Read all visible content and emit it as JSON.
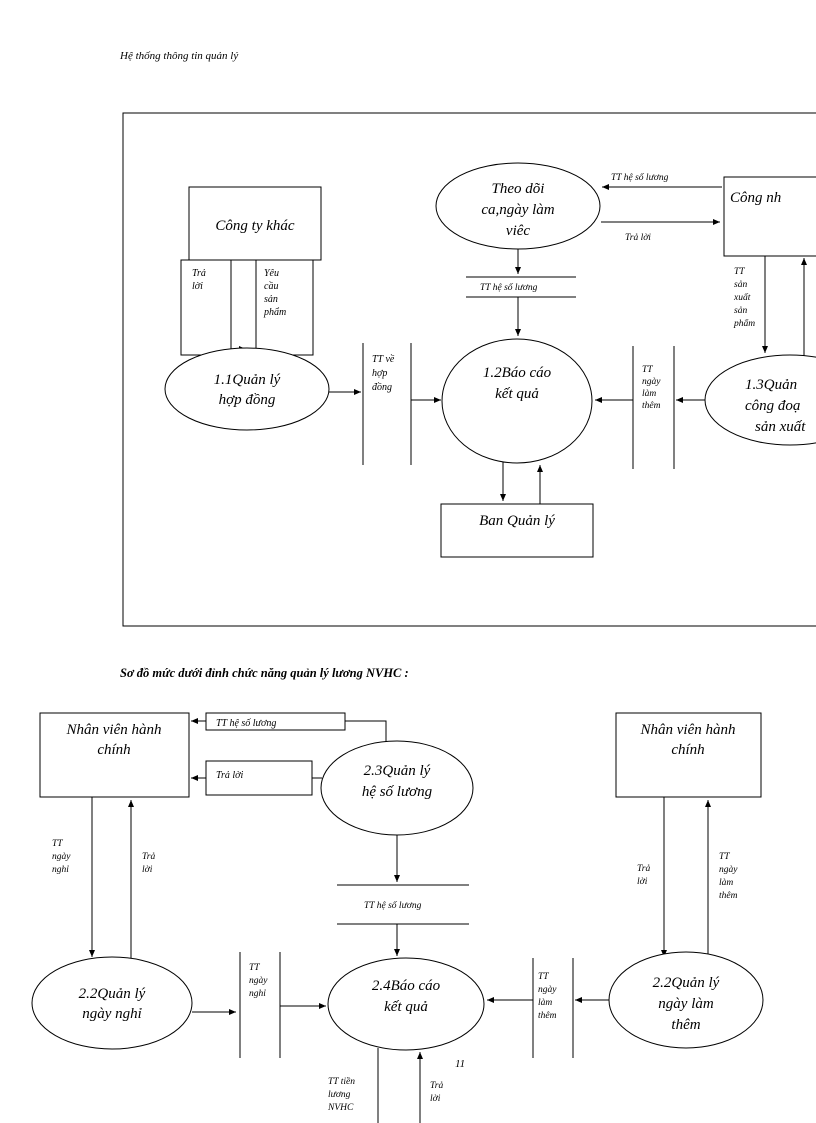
{
  "header": "Hệ thống thông tin quản lý",
  "section2_title": "Sơ đồ mức dưới đỉnh chức năng quản lý lương NVHC :",
  "page_number": "11",
  "d1": {
    "cong_ty_khac": "Công ty khác",
    "tra_loi": [
      "Trả",
      "lời"
    ],
    "yeu_cau": [
      "Yêu",
      "cầu",
      "sản",
      "phẩm"
    ],
    "p11": [
      "1.1Quản lý",
      "hợp đồng"
    ],
    "tt_hop_dong": [
      "TT về",
      "hợp",
      "đồng"
    ],
    "theo_doi": [
      "Theo dõi",
      "ca,ngày làm",
      "viêc"
    ],
    "tt_he_so_top": "TT hệ số lương",
    "tra_loi_top": "Trả lời",
    "cong_nhan": "Công nh",
    "ds_he_so": "TT hệ số lương",
    "p12": [
      "1.2Báo cáo",
      "kết quả"
    ],
    "tt_ngay_lam_them": [
      "TT",
      "ngày",
      "làm",
      "thêm"
    ],
    "p13": [
      "1.3Quản",
      "công đoạ",
      "sản xuất"
    ],
    "tt_san_xuat": [
      "TT",
      "sản",
      "xuất",
      "sản",
      "phẩm"
    ],
    "ban_quan_ly": "Ban Quản lý"
  },
  "d2": {
    "nvhc_left": [
      "Nhân viên hành",
      "chính"
    ],
    "tt_he_so_luong_top": "TT hệ số lương",
    "tra_loi_mid": "Trả  lời",
    "p23": [
      "2.3Quản lý",
      "hệ số lương"
    ],
    "nvhc_right": [
      "Nhân viên hành",
      "chính"
    ],
    "tt_ngay_nghi_left": [
      "TT",
      "ngày",
      "nghỉ"
    ],
    "tra_loi_left": [
      "Trả",
      "lời"
    ],
    "ds_he_so": "TT hệ số lương",
    "tra_loi_right": [
      "Trả",
      "lời"
    ],
    "tt_ngay_lam_them_right": [
      "TT",
      "ngày",
      "làm",
      "thêm"
    ],
    "p22a": [
      "2.2Quản lý",
      "ngày nghỉ"
    ],
    "tt_ngay_nghi_ds": [
      "TT",
      "ngày",
      "nghỉ"
    ],
    "p24": [
      "2.4Báo cáo",
      "kết quả"
    ],
    "tt_ngay_lam_them_ds": [
      "TT",
      "ngày",
      "làm",
      "thêm"
    ],
    "p22b": [
      "2.2Quản lý",
      "ngày làm",
      "thêm"
    ],
    "tt_tien_luong": [
      "TT tiền",
      "lương",
      "NVHC"
    ],
    "tra_loi_bottom": [
      "Trả",
      "lời"
    ]
  }
}
